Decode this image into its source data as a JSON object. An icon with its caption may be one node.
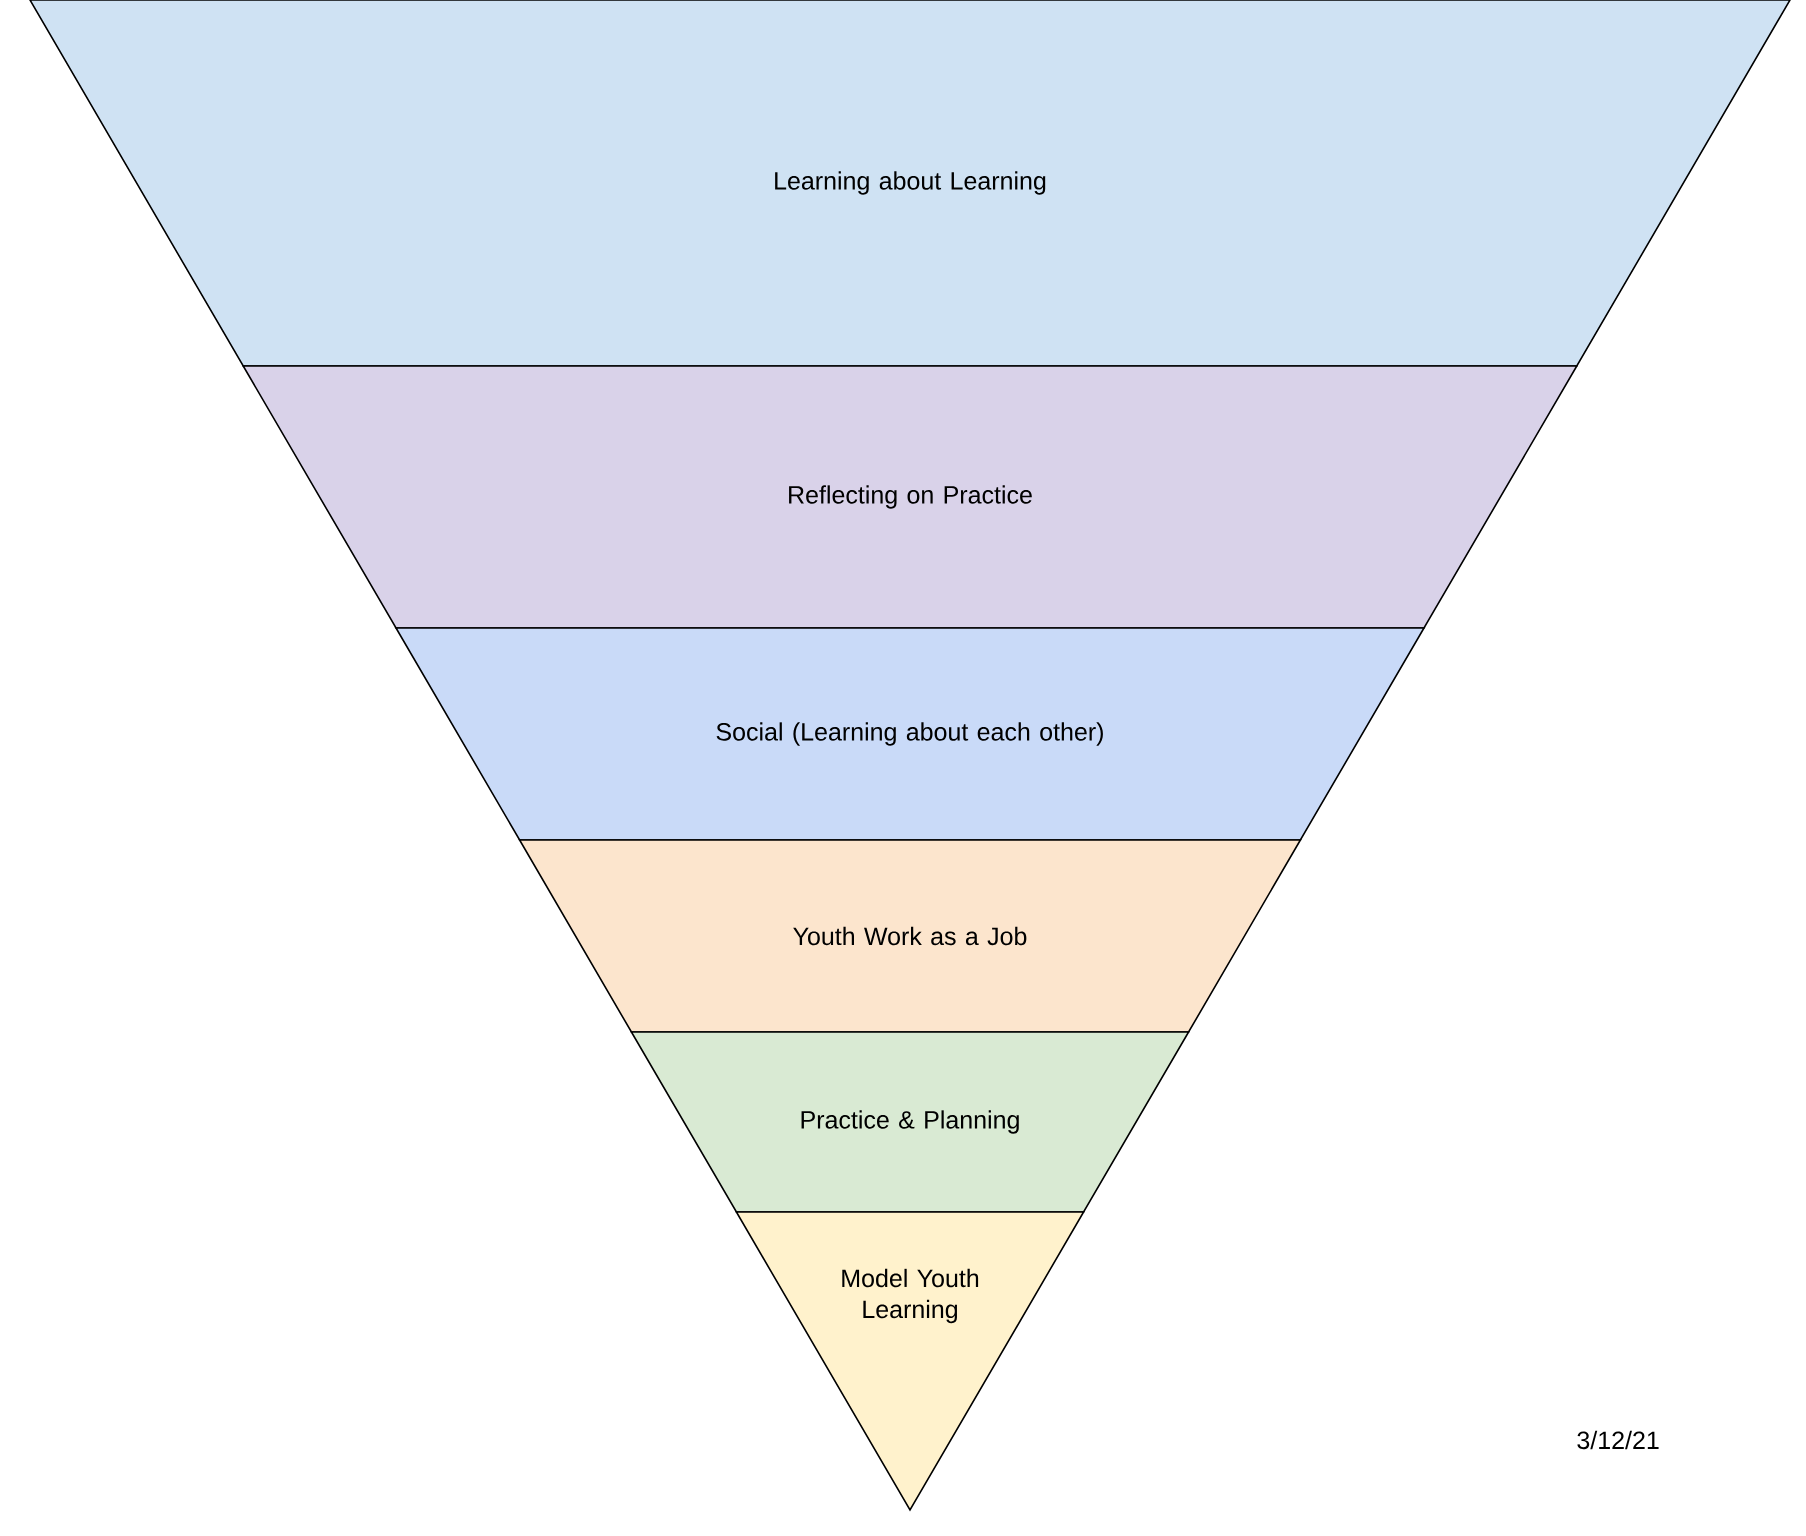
{
  "diagram": {
    "nodes": [
      {
        "text": [
          "Learning about Learning"
        ]
      },
      {
        "text": [
          "Reflecting on Practice"
        ]
      },
      {
        "text": [
          "Social (Learning about each other)"
        ]
      },
      {
        "text": [
          "Youth Work as a Job"
        ]
      },
      {
        "text": [
          "Practice & Planning"
        ]
      },
      {
        "text": [
          "Model Youth Learning"
        ]
      }
    ],
    "labels": [
      "3/12/21"
    ]
  }
}
